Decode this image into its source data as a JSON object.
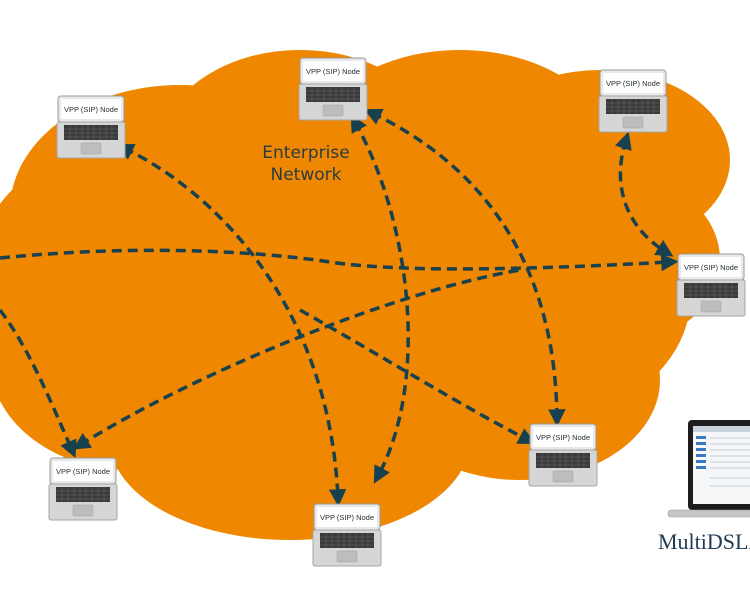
{
  "cloud_label_line1": "Enterprise",
  "cloud_label_line2": "Network",
  "node_label": "VPP (SIP) Node",
  "brand_label": "MultiDSLA",
  "colors": {
    "cloud": "#EF8700",
    "arrow": "#17414F",
    "laptop_silver": "#d9d9d9",
    "keyboard": "#3a3a3a"
  }
}
